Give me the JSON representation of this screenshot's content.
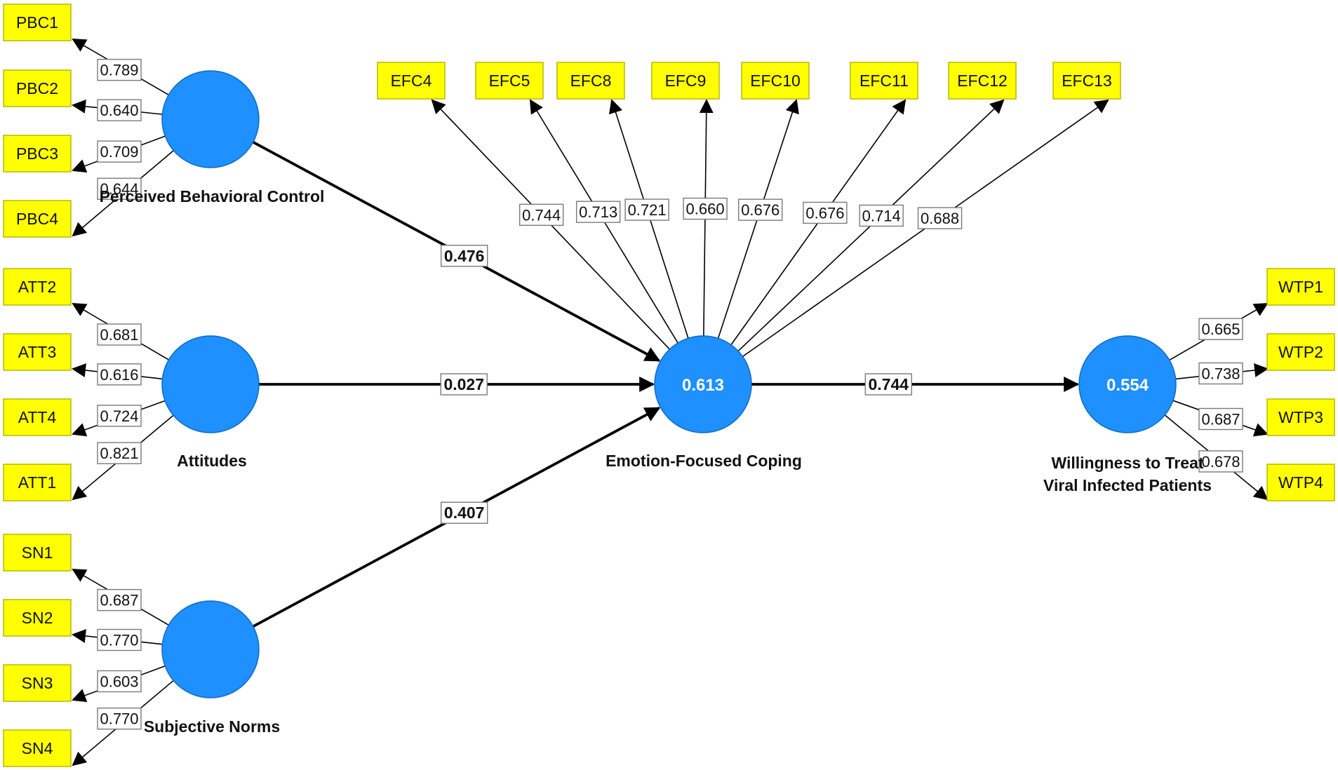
{
  "colors": {
    "indicator_fill": "#ffff00",
    "construct_fill": "#1e90ff",
    "edge": "#000000",
    "label_border": "#7a7a7a"
  },
  "constructs": {
    "pbc": {
      "name": "Perceived Behavioral Control",
      "r2": ""
    },
    "att": {
      "name": "Attitudes",
      "r2": ""
    },
    "sn": {
      "name": "Subjective Norms",
      "r2": ""
    },
    "efc": {
      "name": "Emotion-Focused Coping",
      "r2": "0.613"
    },
    "wtp": {
      "name_line1": "Willingness to Treat",
      "name_line2": "Viral Infected Patients",
      "r2": "0.554"
    }
  },
  "indicators": {
    "pbc": [
      {
        "label": "PBC1",
        "loading": "0.789"
      },
      {
        "label": "PBC2",
        "loading": "0.640"
      },
      {
        "label": "PBC3",
        "loading": "0.709"
      },
      {
        "label": "PBC4",
        "loading": "0.644"
      }
    ],
    "att": [
      {
        "label": "ATT2",
        "loading": "0.681"
      },
      {
        "label": "ATT3",
        "loading": "0.616"
      },
      {
        "label": "ATT4",
        "loading": "0.724"
      },
      {
        "label": "ATT1",
        "loading": "0.821"
      }
    ],
    "sn": [
      {
        "label": "SN1",
        "loading": "0.687"
      },
      {
        "label": "SN2",
        "loading": "0.770"
      },
      {
        "label": "SN3",
        "loading": "0.603"
      },
      {
        "label": "SN4",
        "loading": "0.770"
      }
    ],
    "efc": [
      {
        "label": "EFC4",
        "loading": "0.744"
      },
      {
        "label": "EFC5",
        "loading": "0.713"
      },
      {
        "label": "EFC8",
        "loading": "0.721"
      },
      {
        "label": "EFC9",
        "loading": "0.660"
      },
      {
        "label": "EFC10",
        "loading": "0.676"
      },
      {
        "label": "EFC11",
        "loading": "0.676"
      },
      {
        "label": "EFC12",
        "loading": "0.714"
      },
      {
        "label": "EFC13",
        "loading": "0.688"
      }
    ],
    "wtp": [
      {
        "label": "WTP1",
        "loading": "0.665"
      },
      {
        "label": "WTP2",
        "loading": "0.738"
      },
      {
        "label": "WTP3",
        "loading": "0.687"
      },
      {
        "label": "WTP4",
        "loading": "0.678"
      }
    ]
  },
  "paths": {
    "pbc_efc": "0.476",
    "att_efc": "0.027",
    "sn_efc": "0.407",
    "efc_wtp": "0.744"
  }
}
